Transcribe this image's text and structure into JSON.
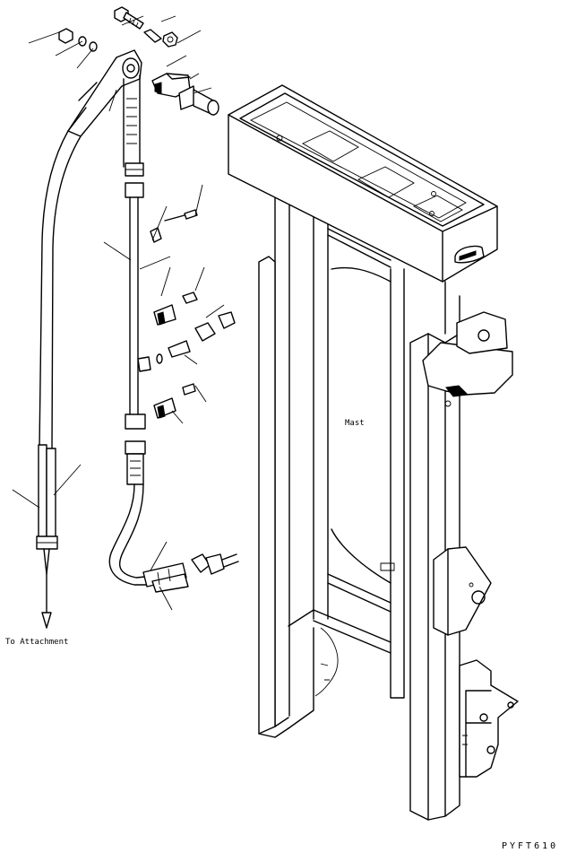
{
  "labels": {
    "mast": "Mast",
    "to_attachment": "To Attachment",
    "drawing_code": "PYFT610"
  }
}
